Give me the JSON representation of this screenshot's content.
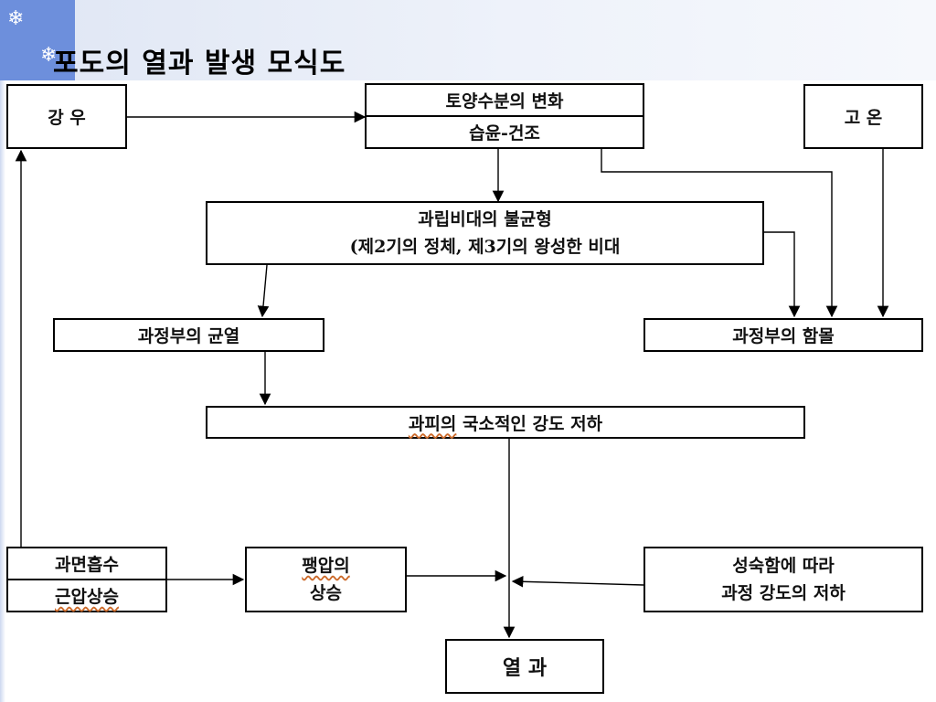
{
  "slide": {
    "title": "포도의 열과 발생 모식도",
    "decor_icon": "snowflake-icon",
    "accent_color": "#6d8fdc",
    "header_color": "#dfe6f4"
  },
  "diagram": {
    "nodes": {
      "rain": "강 우",
      "soil_moisture": {
        "top": "토양수분의 변화",
        "bottom": "습윤-건조"
      },
      "high_temp": "고 온",
      "imbalance": {
        "line1": "과립비대의 불균형",
        "line2": "(제2기의 정체, 제3기의 왕성한 비대"
      },
      "top_crack": "과정부의 균열",
      "top_collapse": "과정부의 함몰",
      "skin_strength": {
        "prefix": "과피의",
        "rest": " 국소적인 강도 저하"
      },
      "root_pressure": {
        "top": "과면흡수",
        "bottom": "근압상승"
      },
      "swelling": {
        "line1": "팽압의",
        "line2": "상승"
      },
      "ripening": {
        "line1": "성숙함에 따라",
        "line2": "과정 강도의 저하"
      },
      "result": "열 과"
    }
  }
}
